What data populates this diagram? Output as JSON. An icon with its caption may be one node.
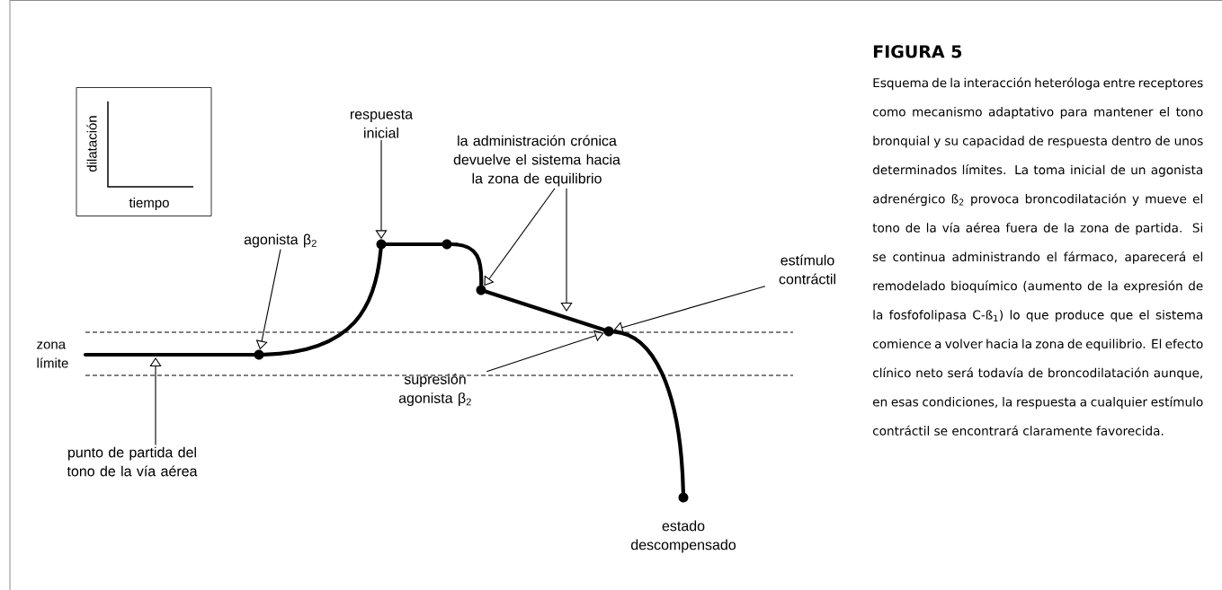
{
  "diagram": {
    "title": "FIGURA 5",
    "caption": "Esquema de la interacción heteróloga entre receptores como mecanismo adaptativo para mantener el tono bronquial y su capacidad de respuesta dentro de unos determinados límites. La toma inicial de un agonista adrenérgico ß$_{2}$ provoca broncodilatación y mueve el tono de la vía aérea fuera de la zona de partida. Si se continua administrando el fármaco, aparecerá el remodelado bioquímico (aumento de la expresión de la fosfofolipasa C-ß$_{1}$) lo que produce que el sistema comience a volver hacia la zona de equilibrio. El efecto clínico neto será todavía de broncodilatación aunque, en esas condiciones, la respuesta a cualquier estímulo contráctil se encontrará claramente favorecida.",
    "nodes": [
      {
        "text": [
          "dilatación",
          "tiempo"
        ]
      },
      {
        "text": [
          "respuesta inicial"
        ]
      },
      {
        "text": [
          "la administración crónica devuelve el sistema hacia la zona de equilibrio"
        ]
      },
      {
        "text": [
          "agonista β$_{2}$"
        ]
      },
      {
        "text": [
          "estímulo contráctil"
        ]
      },
      {
        "text": [
          "supresión agonista β$_{2}$"
        ]
      },
      {
        "text": [
          "punto de partida del tono de la vía aérea"
        ]
      },
      {
        "text": [],
        "shape": "circle"
      },
      {
        "text": [],
        "shape": "circle"
      },
      {
        "text": [],
        "shape": "circle"
      },
      {
        "text": [],
        "shape": "circle"
      },
      {
        "text": [],
        "shape": "circle"
      },
      {
        "text": [],
        "shape": "circle",
        "beside": [
          "estado descompensado"
        ]
      }
    ],
    "edges": [
      {
        "from": null,
        "to": 7,
        "arrow": "none",
        "style": "thick"
      },
      {
        "from": 7,
        "to": 8,
        "arrow": "none",
        "style": "thick"
      },
      {
        "from": 8,
        "to": 9,
        "arrow": "none",
        "style": "thick"
      },
      {
        "from": 9,
        "to": 10,
        "arrow": "none",
        "style": "thick"
      },
      {
        "from": 10,
        "to": 11,
        "arrow": "none",
        "style": "thick"
      },
      {
        "from": 11,
        "to": 12,
        "arrow": "none",
        "style": "thick"
      },
      {
        "from": 1,
        "to": 8,
        "arrow": "to"
      },
      {
        "from": 2,
        "to": 10,
        "arrow": "to"
      },
      {
        "from": 2,
        "to": null,
        "arrow": "to"
      },
      {
        "from": 3,
        "to": 7,
        "arrow": "to"
      },
      {
        "from": 4,
        "to": 11,
        "arrow": "to"
      },
      {
        "from": 5,
        "to": 11,
        "arrow": "to"
      },
      {
        "from": 6,
        "to": null,
        "arrow": "to"
      }
    ],
    "labels": [
      "zona límite"
    ]
  }
}
